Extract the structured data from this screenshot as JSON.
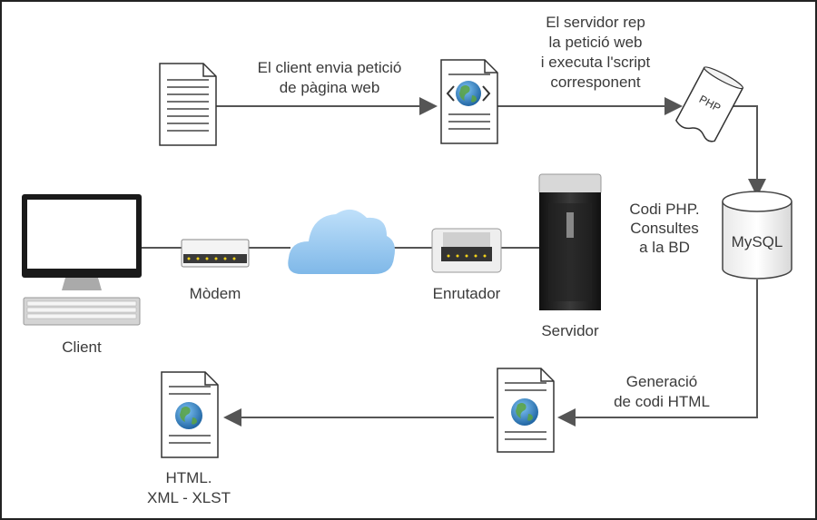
{
  "labels": {
    "client_request_line1": "El client envia petició",
    "client_request_line2": "de pàgina web",
    "server_receives_line1": "El servidor rep",
    "server_receives_line2": "la petició web",
    "server_receives_line3": "i executa l'script",
    "server_receives_line4": "corresponent",
    "php_code_line1": "Codi PHP.",
    "php_code_line2": "Consultes",
    "php_code_line3": "a la BD",
    "mysql": "MySQL",
    "modem": "Mòdem",
    "router": "Enrutador",
    "server": "Servidor",
    "client": "Client",
    "html_gen_line1": "Generació",
    "html_gen_line2": "de codi HTML",
    "output_line1": "HTML.",
    "output_line2": "XML - XLST",
    "php_tag": "PHP"
  },
  "colors": {
    "arrow": "#555555",
    "cloud": "#8cc4ee",
    "globe": "#2a7fc4"
  },
  "icons": [
    "document-icon",
    "web-document-icon",
    "php-script-icon",
    "database-icon",
    "computer-icon",
    "modem-icon",
    "cloud-icon",
    "router-icon",
    "server-icon"
  ]
}
